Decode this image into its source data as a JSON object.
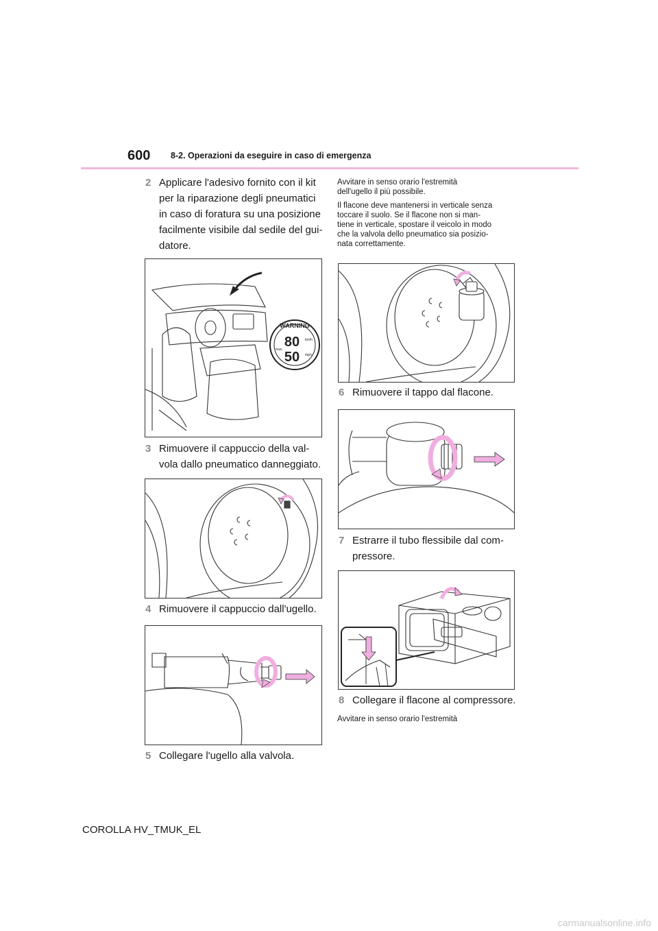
{
  "header": {
    "page_number": "600",
    "section": "8-2. Operazioni da eseguire in caso di emergenza"
  },
  "left_column": {
    "step2": {
      "num": "2",
      "lines": [
        "Applicare l'adesivo fornito con il kit",
        "per la riparazione degli pneumatici",
        "in caso di foratura su una posizione",
        "facilmente visibile dal sedile del gui-",
        "datore."
      ]
    },
    "sticker": {
      "warning": "WARNING",
      "speed_kmh": "80",
      "speed_mph": "50",
      "unit_kmh": "km/h",
      "unit_mph": "mph",
      "max": "max."
    },
    "step3": {
      "num": "3",
      "lines": [
        "Rimuovere il cappuccio della val-",
        "vola dallo pneumatico danneggiato."
      ]
    },
    "step4": {
      "num": "4",
      "lines": [
        "Rimuovere il cappuccio dall'ugello."
      ]
    },
    "step5": {
      "num": "5",
      "lines": [
        "Collegare l'ugello alla valvola."
      ]
    }
  },
  "right_column": {
    "note_top": {
      "para1": [
        "Avvitare in senso orario l'estremità",
        "dell'ugello il più possibile."
      ],
      "para2": [
        "Il flacone deve mantenersi in verticale senza",
        "toccare il suolo. Se il flacone non si man-",
        "tiene in verticale, spostare il veicolo in modo",
        "che la valvola dello pneumatico sia posizio-",
        "nata correttamente."
      ]
    },
    "step6": {
      "num": "6",
      "lines": [
        "Rimuovere il tappo dal flacone."
      ]
    },
    "step7": {
      "num": "7",
      "lines": [
        "Estrarre il tubo flessibile dal com-",
        "pressore."
      ]
    },
    "step8": {
      "num": "8",
      "lines": [
        "Collegare il flacone al compressore."
      ]
    },
    "note_bottom": "Avvitare in senso orario l'estremità"
  },
  "footer": {
    "model": "COROLLA HV_TMUK_EL",
    "site": "carmanualsonline.info"
  },
  "colors": {
    "accent_pink": "#f2b6dc",
    "arrow_pink": "#f0aee0",
    "step_number_gray": "#8a8a8a"
  }
}
